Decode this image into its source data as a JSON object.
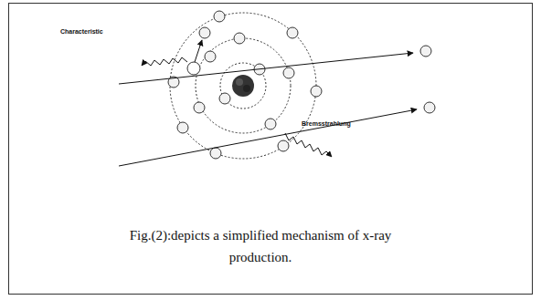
{
  "diagram": {
    "caption": "Fig.(2):depicts a simplified mechanism of x-ray production.",
    "labels": [
      "Characteristic",
      "Bremsstrahlung"
    ]
  }
}
